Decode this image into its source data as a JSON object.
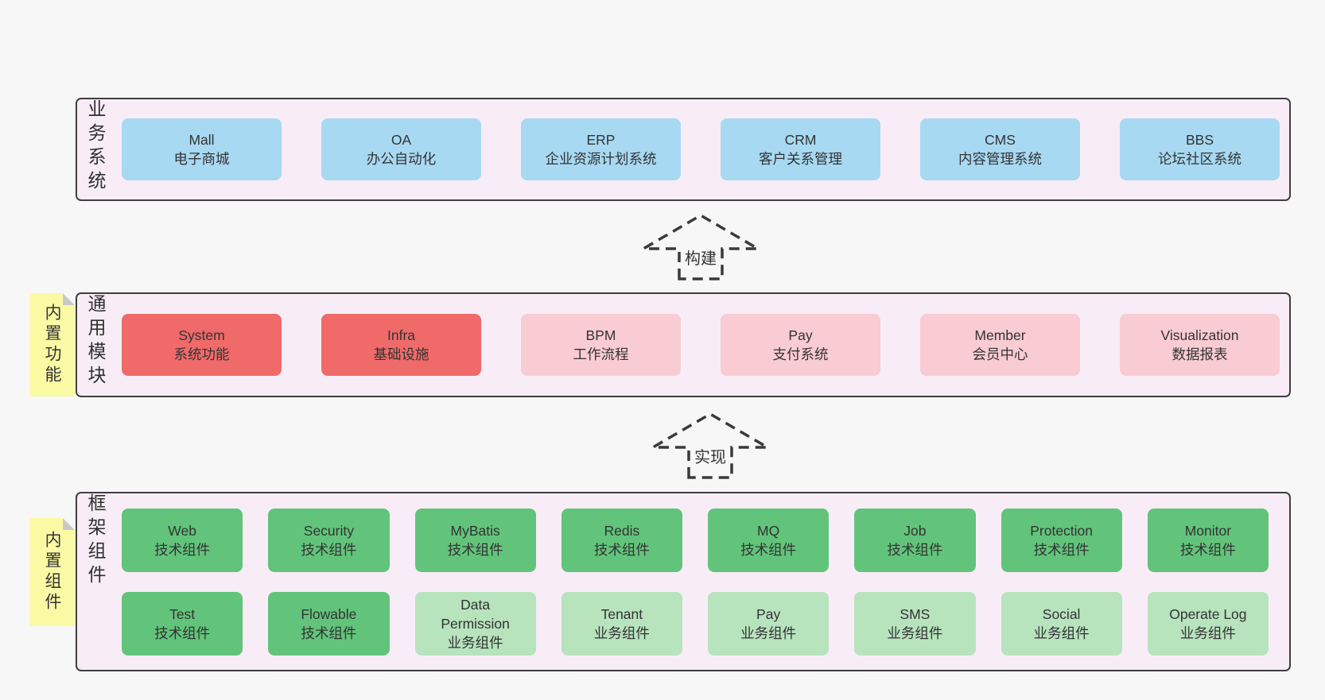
{
  "arrows": {
    "build": "构建",
    "implement": "实现"
  },
  "layers": {
    "business": {
      "side_label": "业务系统",
      "boxes": [
        {
          "title": "Mall",
          "subtitle": "电子商城"
        },
        {
          "title": "OA",
          "subtitle": "办公自动化"
        },
        {
          "title": "ERP",
          "subtitle": "企业资源计划系统"
        },
        {
          "title": "CRM",
          "subtitle": "客户关系管理"
        },
        {
          "title": "CMS",
          "subtitle": "内容管理系统"
        },
        {
          "title": "BBS",
          "subtitle": "论坛社区系统"
        }
      ]
    },
    "modules": {
      "side_label": "通用模块",
      "sticky_label": "内置功能",
      "boxes": [
        {
          "title": "System",
          "subtitle": "系统功能",
          "variant": "red"
        },
        {
          "title": "Infra",
          "subtitle": "基础设施",
          "variant": "red"
        },
        {
          "title": "BPM",
          "subtitle": "工作流程",
          "variant": "pink"
        },
        {
          "title": "Pay",
          "subtitle": "支付系统",
          "variant": "pink"
        },
        {
          "title": "Member",
          "subtitle": "会员中心",
          "variant": "pink"
        },
        {
          "title": "Visualization",
          "subtitle": "数据报表",
          "variant": "pink"
        }
      ]
    },
    "components": {
      "side_label": "框架组件",
      "sticky_label": "内置组件",
      "row1": [
        {
          "title": "Web",
          "subtitle": "技术组件",
          "variant": "green-dark"
        },
        {
          "title": "Security",
          "subtitle": "技术组件",
          "variant": "green-dark"
        },
        {
          "title": "MyBatis",
          "subtitle": "技术组件",
          "variant": "green-dark"
        },
        {
          "title": "Redis",
          "subtitle": "技术组件",
          "variant": "green-dark"
        },
        {
          "title": "MQ",
          "subtitle": "技术组件",
          "variant": "green-dark"
        },
        {
          "title": "Job",
          "subtitle": "技术组件",
          "variant": "green-dark"
        },
        {
          "title": "Protection",
          "subtitle": "技术组件",
          "variant": "green-dark"
        },
        {
          "title": "Monitor",
          "subtitle": "技术组件",
          "variant": "green-dark"
        }
      ],
      "row2": [
        {
          "title": "Test",
          "subtitle": "技术组件",
          "variant": "green-dark"
        },
        {
          "title": "Flowable",
          "subtitle": "技术组件",
          "variant": "green-dark"
        },
        {
          "title": "Data Permission",
          "subtitle": "业务组件",
          "variant": "green-light"
        },
        {
          "title": "Tenant",
          "subtitle": "业务组件",
          "variant": "green-light"
        },
        {
          "title": "Pay",
          "subtitle": "业务组件",
          "variant": "green-light"
        },
        {
          "title": "SMS",
          "subtitle": "业务组件",
          "variant": "green-light"
        },
        {
          "title": "Social",
          "subtitle": "业务组件",
          "variant": "green-light"
        },
        {
          "title": "Operate Log",
          "subtitle": "业务组件",
          "variant": "green-light"
        }
      ]
    }
  },
  "colors": {
    "page_bg": "#f7f7f7",
    "container_bg": "#f8edf7",
    "container_border": "#3f3f3f",
    "box_blue": "#a8d9f2",
    "box_red": "#f06a6a",
    "box_pink": "#f9cbd3",
    "box_green_dark": "#62c47b",
    "box_green_light": "#b7e3bd",
    "sticky_yellow": "#fafaa5",
    "sticky_fold": "#c9c9c9",
    "text": "#333333"
  }
}
